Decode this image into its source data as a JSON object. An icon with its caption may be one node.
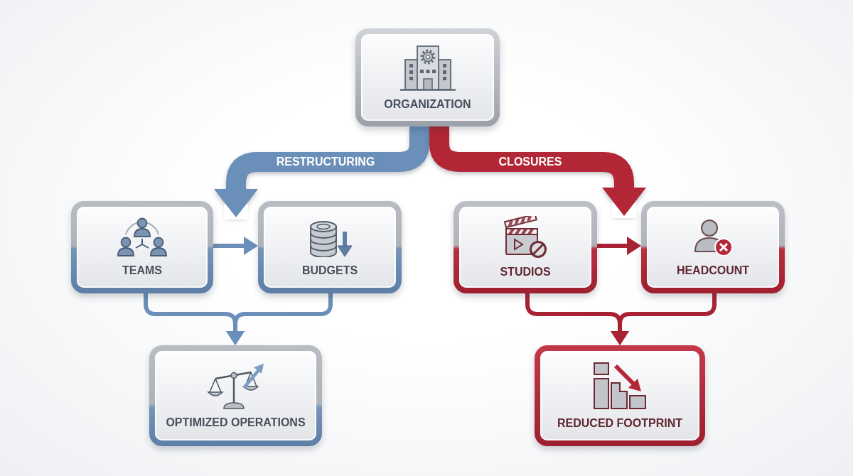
{
  "diagram": {
    "nodes": [
      {
        "text": [
          "ORGANIZATION"
        ]
      },
      {
        "text": [
          "TEAMS"
        ]
      },
      {
        "text": [
          "BUDGETS"
        ]
      },
      {
        "text": [
          "STUDIOS"
        ]
      },
      {
        "text": [
          "HEADCOUNT"
        ]
      },
      {
        "text": [
          "OPTIMIZED OPERATIONS"
        ]
      },
      {
        "text": [
          "REDUCED FOOTPRINT"
        ]
      }
    ],
    "edges": [
      {
        "from": 0,
        "to": 1,
        "arrow": "to",
        "label": "RESTRUCTURING",
        "style": "thick",
        "color": "#6a8fb8"
      },
      {
        "from": 0,
        "to": 3,
        "arrow": "to",
        "label": "CLOSURES",
        "style": "thick",
        "color": "#b32636"
      },
      {
        "from": 1,
        "to": 2,
        "arrow": "to",
        "color": "#6a8fb8"
      },
      {
        "from": 1,
        "to": 5,
        "arrow": "to",
        "color": "#6a8fb8"
      },
      {
        "from": 2,
        "to": 5,
        "arrow": "to",
        "color": "#6a8fb8"
      },
      {
        "from": 3,
        "to": 4,
        "arrow": "to",
        "color": "#a82234"
      },
      {
        "from": 3,
        "to": 6,
        "arrow": "to",
        "color": "#a82234"
      },
      {
        "from": 4,
        "to": 6,
        "arrow": "to",
        "color": "#a82234"
      }
    ]
  }
}
